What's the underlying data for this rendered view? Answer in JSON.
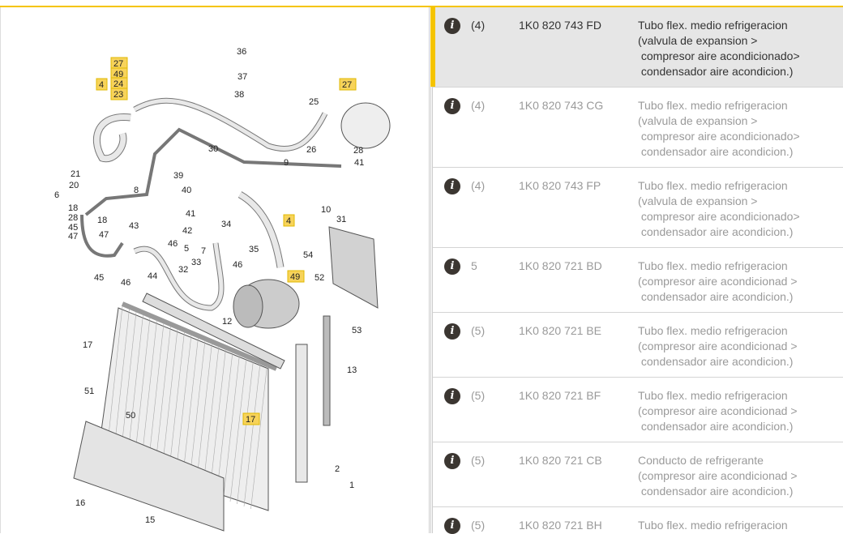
{
  "diagram": {
    "callouts": [
      "36",
      "37",
      "38",
      "27",
      "49",
      "24",
      "23",
      "4",
      "27",
      "25",
      "26",
      "28",
      "41",
      "30",
      "9",
      "39",
      "40",
      "21",
      "20",
      "6",
      "18",
      "28",
      "45",
      "47",
      "18",
      "47",
      "43",
      "8",
      "41",
      "42",
      "46",
      "5",
      "34",
      "4",
      "10",
      "31",
      "54",
      "35",
      "7",
      "46",
      "33",
      "32",
      "44",
      "45",
      "46",
      "49",
      "52",
      "53",
      "12",
      "13",
      "17",
      "51",
      "50",
      "17",
      "2",
      "1",
      "16",
      "15"
    ]
  },
  "parts": [
    {
      "qty": "(4)",
      "part_no": "1K0 820 743 FD",
      "desc": "Tubo flex. medio refrigeracion\n(valvula de expansion >\n compresor aire acondicionado>\n condensador aire acondicion.)",
      "selected": true
    },
    {
      "qty": "(4)",
      "part_no": "1K0 820 743 CG",
      "desc": "Tubo flex. medio refrigeracion\n(valvula de expansion >\n compresor aire acondicionado>\n condensador aire acondicion.)"
    },
    {
      "qty": "(4)",
      "part_no": "1K0 820 743 FP",
      "desc": "Tubo flex. medio refrigeracion\n(valvula de expansion >\n compresor aire acondicionado>\n condensador aire acondicion.)"
    },
    {
      "qty": "5",
      "part_no": "1K0 820 721 BD",
      "desc": "Tubo flex. medio refrigeracion\n(compresor aire acondicionad >\n condensador aire acondicion.)"
    },
    {
      "qty": "(5)",
      "part_no": "1K0 820 721 BE",
      "desc": "Tubo flex. medio refrigeracion\n(compresor aire acondicionad >\n condensador aire acondicion.)"
    },
    {
      "qty": "(5)",
      "part_no": "1K0 820 721 BF",
      "desc": "Tubo flex. medio refrigeracion\n(compresor aire acondicionad >\n condensador aire acondicion.)"
    },
    {
      "qty": "(5)",
      "part_no": "1K0 820 721 CB",
      "desc": "Conducto de refrigerante\n(compresor aire acondicionad >\n condensador aire acondicion.)"
    },
    {
      "qty": "(5)",
      "part_no": "1K0 820 721 BH",
      "desc": "Tubo flex. medio refrigeracion"
    }
  ],
  "info_icon": "i",
  "colors": {
    "accent": "#f5c400",
    "selected_bg": "#e6e6e6",
    "icon": "#3b3631"
  }
}
